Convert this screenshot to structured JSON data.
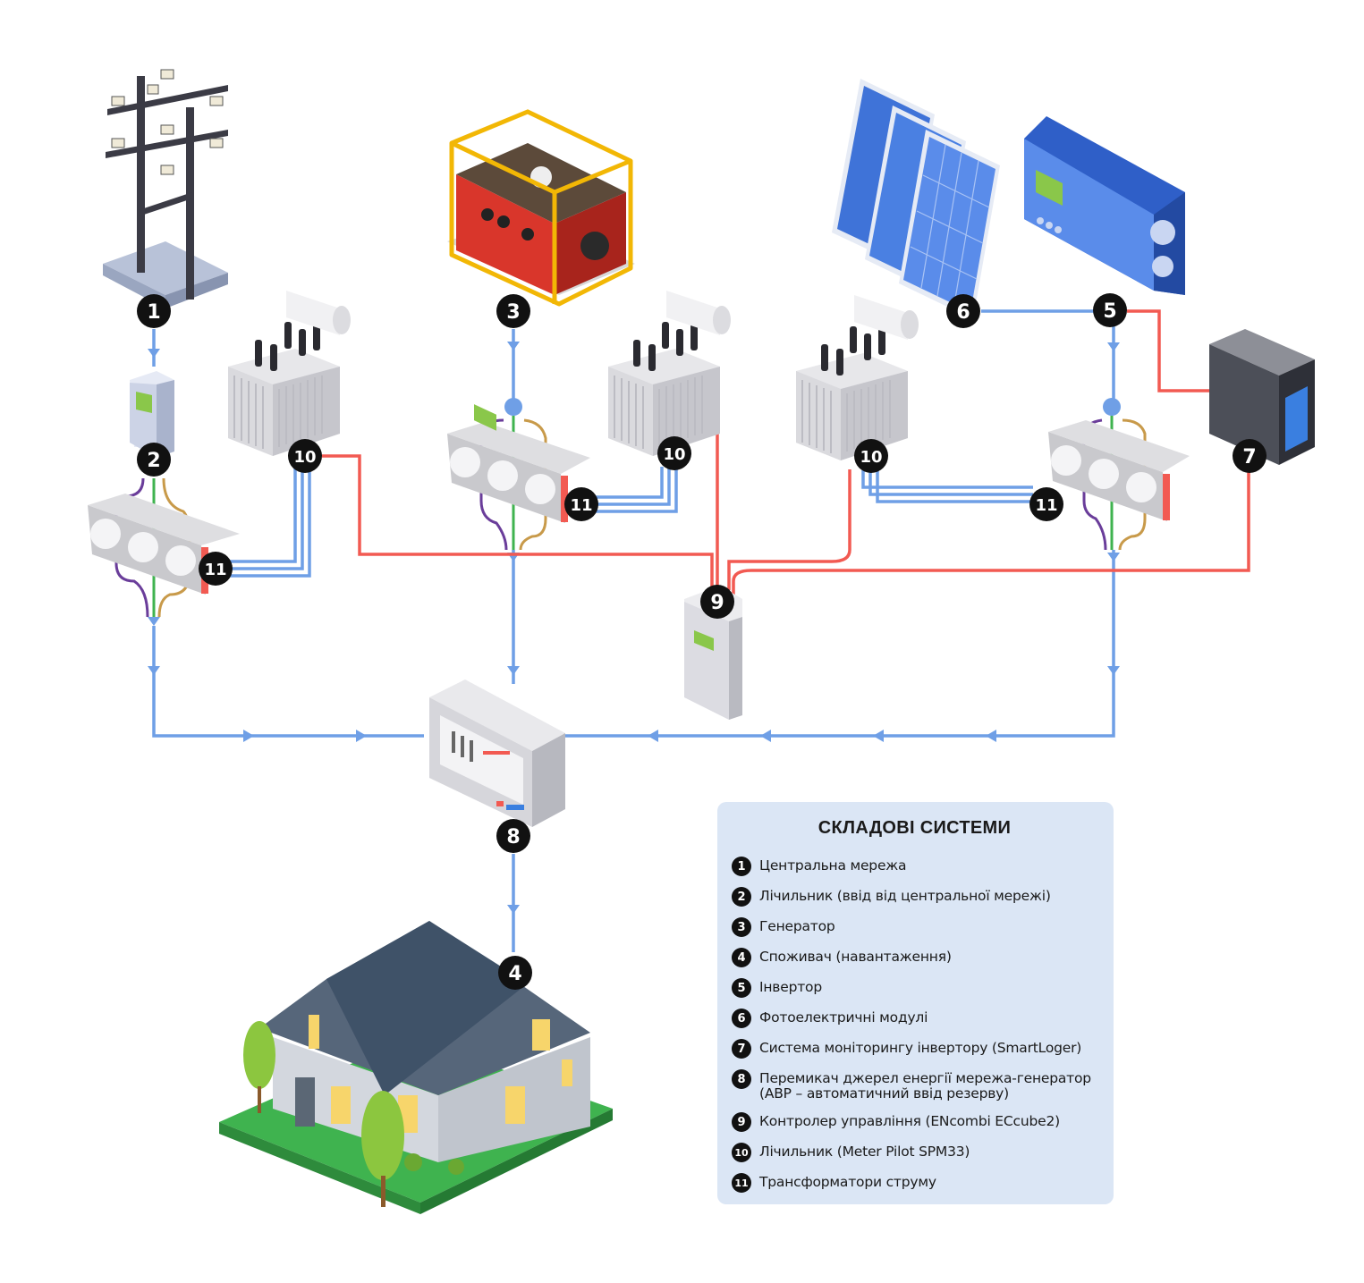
{
  "badges": [
    "1",
    "2",
    "3",
    "4",
    "5",
    "6",
    "7",
    "8",
    "9",
    "10",
    "11"
  ],
  "legend": {
    "title": "СКЛАДОВІ СИСТЕМИ",
    "items": [
      {
        "num": "1",
        "text": "Центральна мережа"
      },
      {
        "num": "2",
        "text": "Лічильник (ввід від центральної мережі)"
      },
      {
        "num": "3",
        "text": "Генератор"
      },
      {
        "num": "4",
        "text": "Споживач (навантаження)"
      },
      {
        "num": "5",
        "text": "Інвертор"
      },
      {
        "num": "6",
        "text": "Фотоелектричні модулі"
      },
      {
        "num": "7",
        "text": "Система моніторингу інвертору (SmartLoger)"
      },
      {
        "num": "8",
        "text": "Перемикач джерел енергії мережа-генератор (АВР – автоматичний ввід резерву)"
      },
      {
        "num": "9",
        "text": "Контролер управління (ENcombi ECcube2)"
      },
      {
        "num": "10",
        "text": "Лічильник (Meter Pilot SPM33)"
      },
      {
        "num": "11",
        "text": "Трансформатори струму"
      }
    ]
  },
  "colors": {
    "power_line": "#6f9fe6",
    "signal_line": "#f25a52",
    "phase_green": "#3fb34f",
    "phase_purple": "#6a3d9a",
    "phase_tan": "#c89a4a",
    "badge": "#111111",
    "legend_bg": "#dbe6f5"
  }
}
